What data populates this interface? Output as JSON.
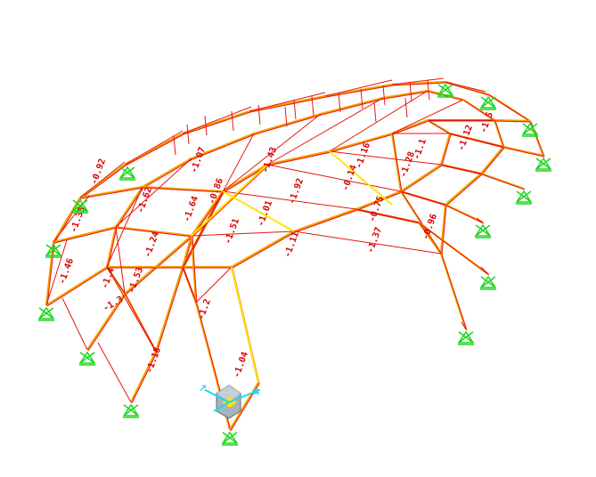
{
  "colors": {
    "background": "#ffffff",
    "member": "#e8160c",
    "member_highlight": "#f5a000",
    "member_yellow": "#ffe400",
    "support": "#1ed61e",
    "label": "#d80000",
    "axis_triad": "#19d9f0",
    "view_cube": "#9aa3ad"
  },
  "icons": {
    "support": "pin-support-icon",
    "triad": "axis-triad-icon",
    "view_cube": "view-cube-icon"
  },
  "labels": [
    "-0.92",
    "-1.35",
    "-1.46",
    "-1.4",
    "-1.53",
    "-1.24",
    "-1.62",
    "-1.07",
    "-0.86",
    "-1.64",
    "-1.51",
    "-1.43",
    "-1.01",
    "-1.92",
    "-1.11",
    "-0.14",
    "-0.75",
    "-1.37",
    "-1.16",
    "-1.28",
    "-0.96",
    "-1.12",
    "-1.5",
    "-1.18",
    "-1.04",
    "-1.2",
    "-1.3",
    "-1.1"
  ]
}
